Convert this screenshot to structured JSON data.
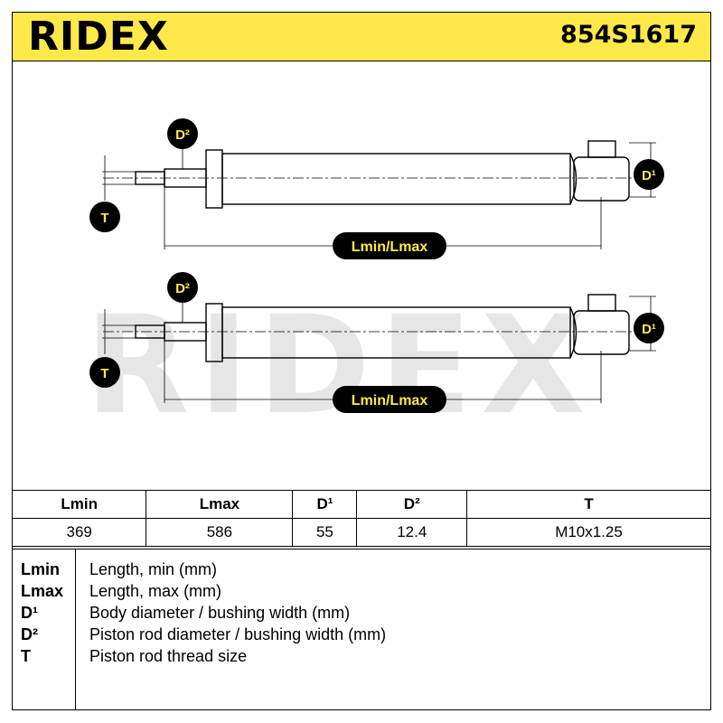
{
  "header": {
    "brand": "RIDEX",
    "part_number": "854S1617"
  },
  "diagram": {
    "labels": {
      "d2": "D²",
      "d1": "D¹",
      "t": "T",
      "length": "Lmin/Lmax"
    },
    "watermark": "RIDEX",
    "colors": {
      "accent": "#ffe94a",
      "line": "#000000"
    }
  },
  "table": {
    "headers": [
      "Lmin",
      "Lmax",
      "D¹",
      "D²",
      "T"
    ],
    "values": [
      "369",
      "586",
      "55",
      "12.4",
      "M10x1.25"
    ]
  },
  "legend": [
    {
      "key": "Lmin",
      "desc": "Length, min (mm)"
    },
    {
      "key": "Lmax",
      "desc": "Length, max (mm)"
    },
    {
      "key": "D¹",
      "desc": "Body diameter / bushing width (mm)"
    },
    {
      "key": "D²",
      "desc": "Piston rod diameter / bushing width (mm)"
    },
    {
      "key": "T",
      "desc": "Piston rod thread size"
    }
  ]
}
